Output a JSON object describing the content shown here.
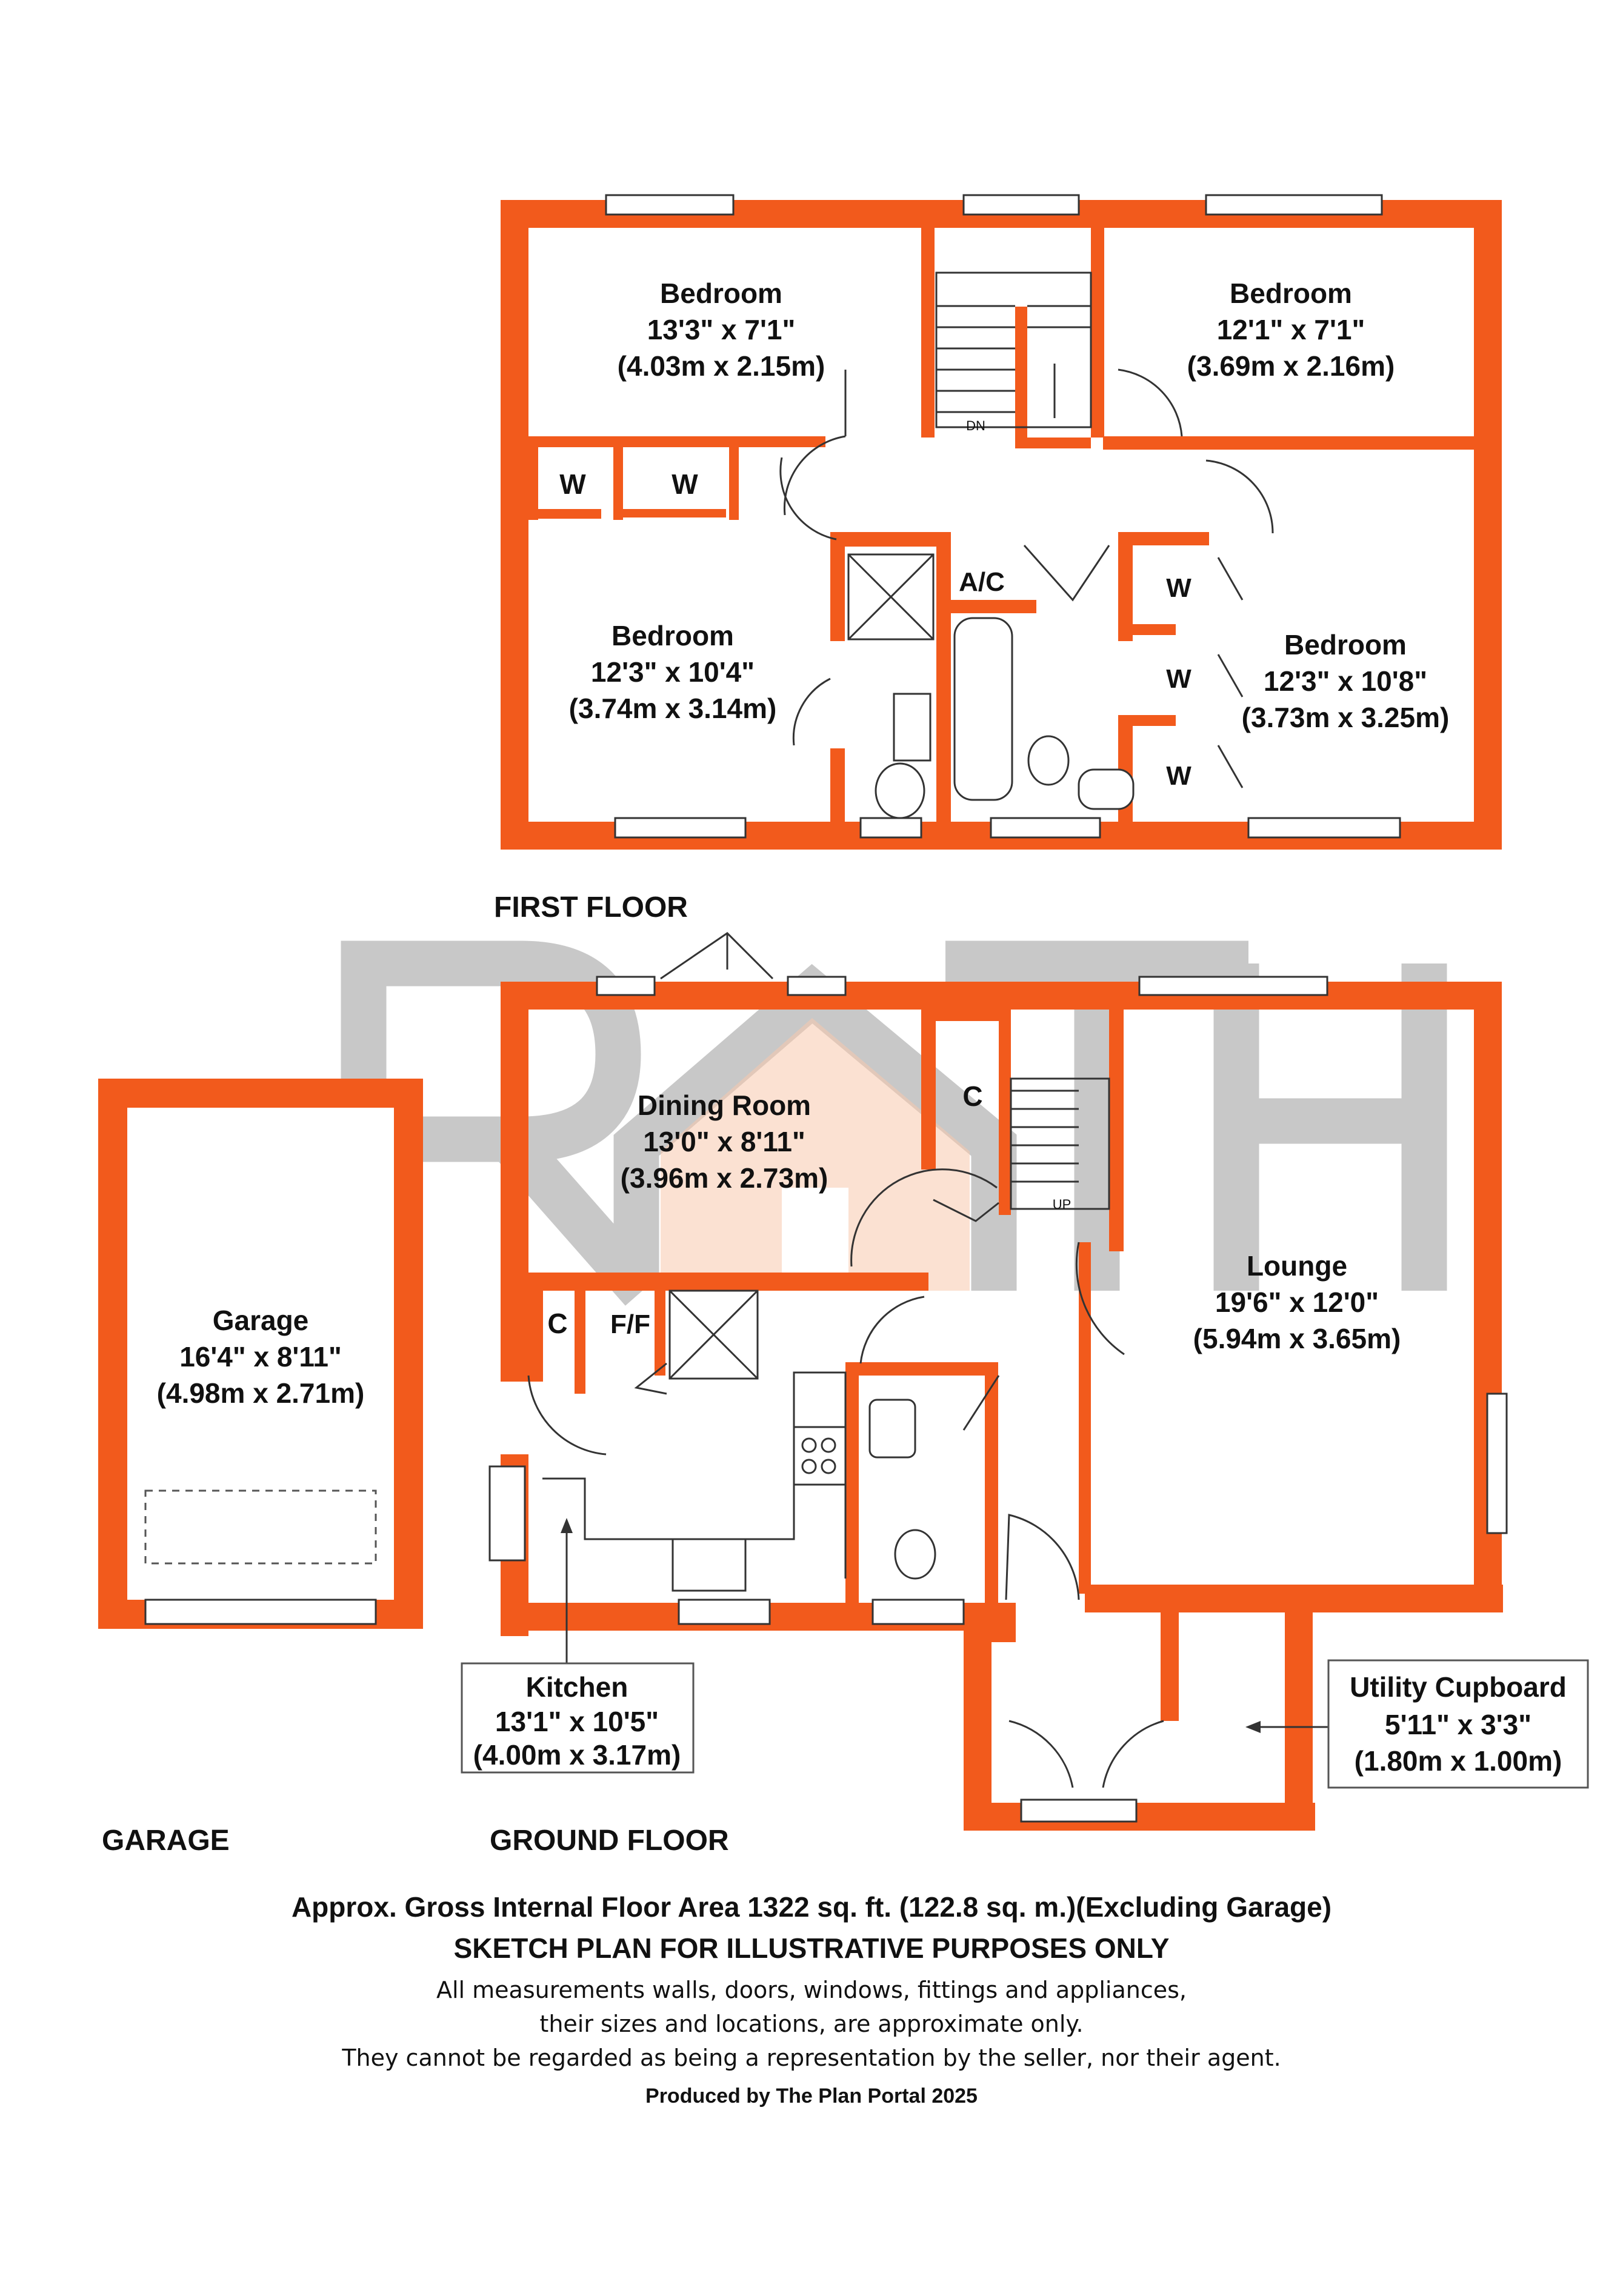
{
  "brand": {
    "wordmark_left": "mark",
    "wordmark_main": "RTH"
  },
  "first_floor": {
    "title": "FIRST FLOOR",
    "rooms": [
      {
        "id": "ff-bed-1",
        "name": "Bedroom",
        "imperial": "13'3\" x 7'1\"",
        "metric": "(4.03m x 2.15m)"
      },
      {
        "id": "ff-bed-2",
        "name": "Bedroom",
        "imperial": "12'1\" x 7'1\"",
        "metric": "(3.69m x 2.16m)"
      },
      {
        "id": "ff-bed-3",
        "name": "Bedroom",
        "imperial": "12'3\" x 10'4\"",
        "metric": "(3.74m x 3.14m)"
      },
      {
        "id": "ff-bed-4",
        "name": "Bedroom",
        "imperial": "12'3\" x 10'8\"",
        "metric": "(3.73m x 3.25m)"
      }
    ],
    "labels": {
      "wardrobe": "W",
      "airing_cupboard": "A/C",
      "stairs_down": "DN"
    }
  },
  "ground_floor": {
    "title": "GROUND FLOOR",
    "rooms": [
      {
        "id": "gf-dining",
        "name": "Dining Room",
        "imperial": "13'0\" x 8'11\"",
        "metric": "(3.96m x 2.73m)"
      },
      {
        "id": "gf-lounge",
        "name": "Lounge",
        "imperial": "19'6\" x 12'0\"",
        "metric": "(5.94m x 3.65m)"
      },
      {
        "id": "gf-kitchen",
        "name": "Kitchen",
        "imperial": "13'1\" x 10'5\"",
        "metric": "(4.00m x 3.17m)"
      },
      {
        "id": "gf-utility",
        "name": "Utility Cupboard",
        "imperial": "5'11\" x 3'3\"",
        "metric": "(1.80m x 1.00m)"
      }
    ],
    "labels": {
      "cupboard": "C",
      "fridge_freezer": "F/F",
      "stairs_up": "UP"
    }
  },
  "garage": {
    "title": "GARAGE",
    "room": {
      "name": "Garage",
      "imperial": "16'4\" x 8'11\"",
      "metric": "(4.98m x 2.71m)"
    }
  },
  "footer": {
    "area": "Approx. Gross Internal Floor Area 1322 sq. ft. (122.8 sq. m.)(Excluding Garage)",
    "sketch": "SKETCH PLAN FOR ILLUSTRATIVE PURPOSES ONLY",
    "disclaimer_1": "All measurements walls, doors, windows, fittings and appliances,",
    "disclaimer_2": "their sizes and locations, are approximate only.",
    "disclaimer_3": "They cannot be regarded as being a representation by the seller, nor their agent.",
    "produced_by": "Produced by The Plan Portal 2025"
  },
  "colors": {
    "wall": "#f25a1c",
    "watermark_grey": "#c8c8c8",
    "watermark_orange": "#f7c9ad",
    "text": "#111111"
  }
}
